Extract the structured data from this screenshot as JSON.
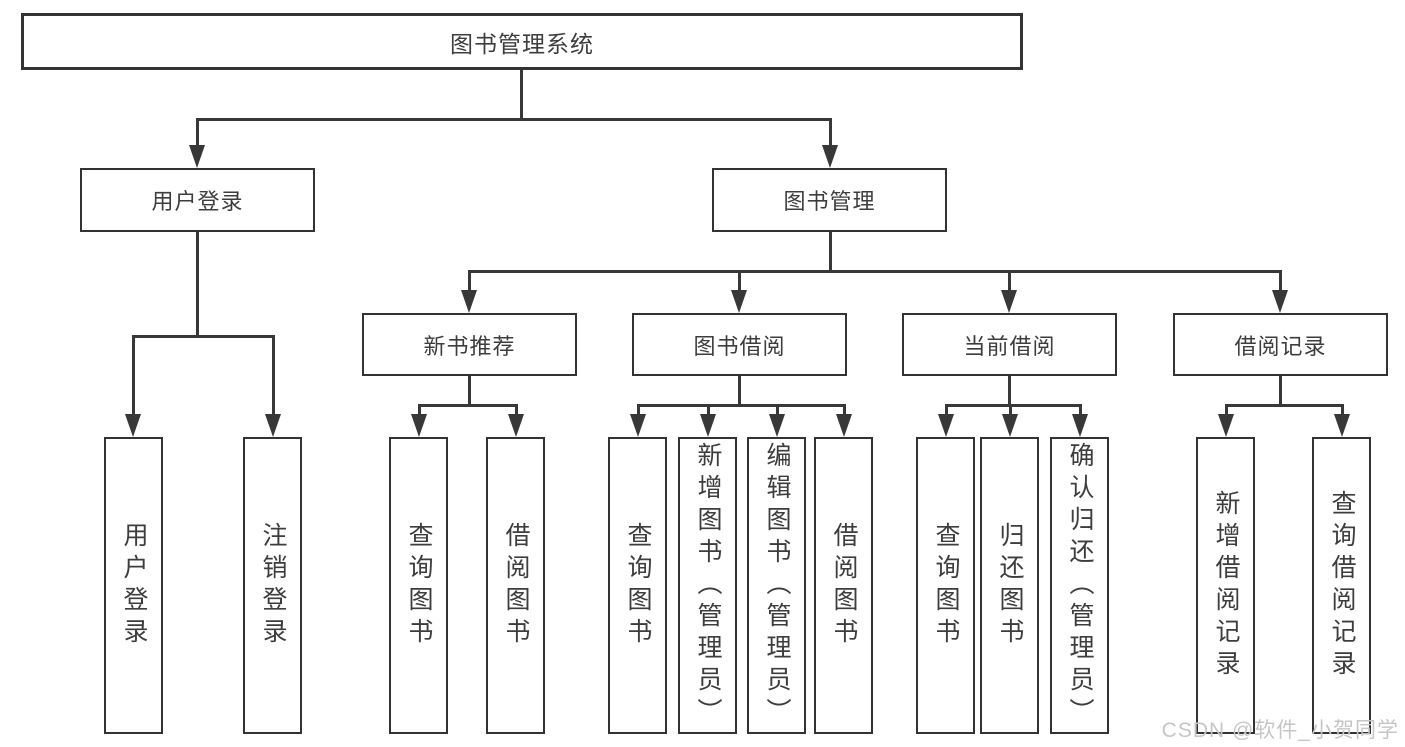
{
  "tree": {
    "root": {
      "label": "图书管理系统"
    },
    "branches": [
      {
        "label": "用户登录",
        "children": [
          {
            "label": "用户登录"
          },
          {
            "label": "注销登录"
          }
        ]
      },
      {
        "label": "图书管理",
        "children": [
          {
            "label": "新书推荐",
            "children": [
              {
                "label": "查询图书"
              },
              {
                "label": "借阅图书"
              }
            ]
          },
          {
            "label": "图书借阅",
            "children": [
              {
                "label": "查询图书"
              },
              {
                "label": "新增图书（管理员）"
              },
              {
                "label": "编辑图书（管理员）"
              },
              {
                "label": "借阅图书"
              }
            ]
          },
          {
            "label": "当前借阅",
            "children": [
              {
                "label": "查询图书"
              },
              {
                "label": "归还图书"
              },
              {
                "label": "确认归还（管理员）"
              }
            ]
          },
          {
            "label": "借阅记录",
            "children": [
              {
                "label": "新增借阅记录"
              },
              {
                "label": "查询借阅记录"
              }
            ]
          }
        ]
      }
    ]
  },
  "watermark": {
    "text": "CSDN @软件_小贺同学"
  },
  "colors": {
    "line": "#383838",
    "border": "#333333",
    "text": "#3d3d3d",
    "watermark": "#c6c6c6",
    "background": "#ffffff"
  }
}
